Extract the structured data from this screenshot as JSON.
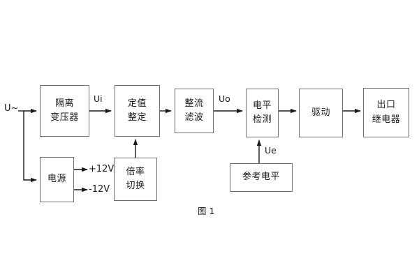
{
  "figure": {
    "caption": "图 1",
    "input_label": "U~",
    "blocks": [
      {
        "id": "isolation-transformer",
        "lines": [
          "隔离",
          "变压器"
        ]
      },
      {
        "id": "setpoint-setting",
        "lines": [
          "定值",
          "整定"
        ]
      },
      {
        "id": "rectify-filter",
        "lines": [
          "整流",
          "滤波"
        ]
      },
      {
        "id": "level-detection",
        "lines": [
          "电平",
          "检测"
        ]
      },
      {
        "id": "drive",
        "lines": [
          "驱动"
        ]
      },
      {
        "id": "output-relay",
        "lines": [
          "出口",
          "继电器"
        ]
      },
      {
        "id": "power-supply",
        "lines": [
          "电源"
        ]
      },
      {
        "id": "multiplier-switch",
        "lines": [
          "倍率",
          "切换"
        ]
      },
      {
        "id": "reference-level",
        "lines": [
          "参考电平"
        ]
      }
    ],
    "signals": {
      "ui": "Ui",
      "uo": "Uo",
      "ue": "Ue",
      "rail_positive": "+12V",
      "rail_negative": "-12V"
    },
    "colors": {
      "box_border": "#6f6f6f",
      "wire": "#1a1a1a",
      "text": "#1a1a1a",
      "background": "#ffffff"
    }
  }
}
